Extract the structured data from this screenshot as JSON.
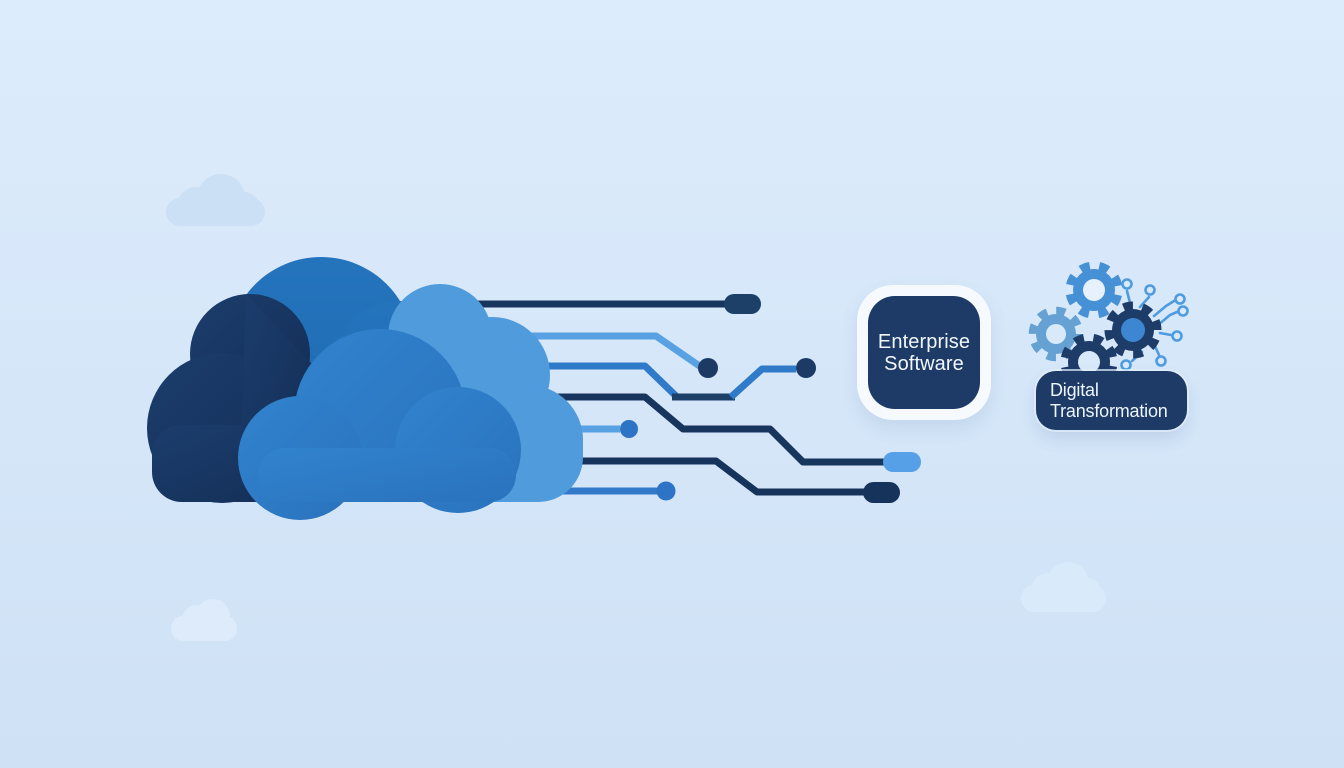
{
  "cards": {
    "enterprise": {
      "line1": "Enterprise",
      "line2": "Software"
    },
    "digital": {
      "line1": "Digital",
      "line2": "Transformation"
    }
  },
  "icons": {
    "clouds": "overlapping-cloud-icons",
    "gears": "gears-icon",
    "circuit": "circuit-trace-lines"
  },
  "palette": {
    "background_top": "#ddecfc",
    "background_bottom": "#cfe1f5",
    "cloud_dark_navy": "#16325b",
    "cloud_medium_blue": "#2070b8",
    "cloud_front_blue": "#2e7cc6",
    "cloud_light_blue": "#4f9bdc",
    "faint_cloud": "#cbe0f5",
    "line_dark": "#17345e",
    "line_light": "#58a2e4",
    "line_medium": "#2f7ac9",
    "card_navy": "#1d3b66",
    "card_ring_white": "#f6fafe",
    "gear_blue": "#4690d6",
    "gear_muted_blue": "#66a1d4",
    "gear_navy": "#1e3c68",
    "gear_hub_blue": "#3c86d2",
    "trace_blue": "#4f9be0",
    "text_white": "#f2f7fd"
  }
}
